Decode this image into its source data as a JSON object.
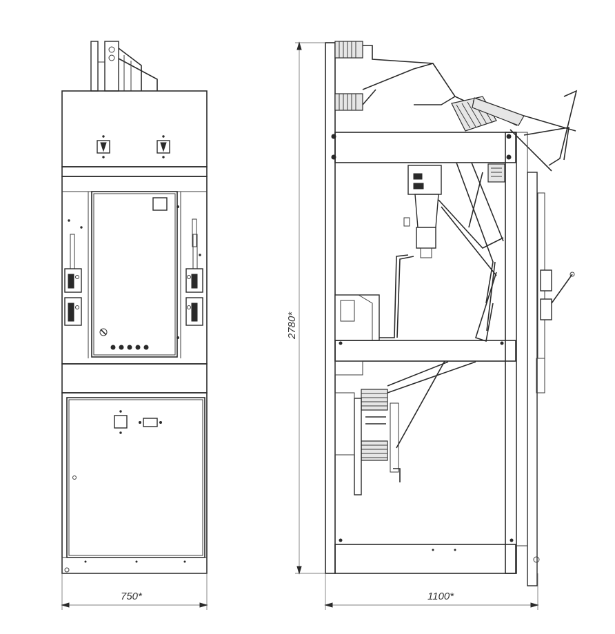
{
  "dimensions": {
    "width_label": "750*",
    "depth_label": "1100*",
    "height_label": "2780*"
  },
  "colors": {
    "line": "#2a2a2a",
    "background": "#ffffff"
  }
}
